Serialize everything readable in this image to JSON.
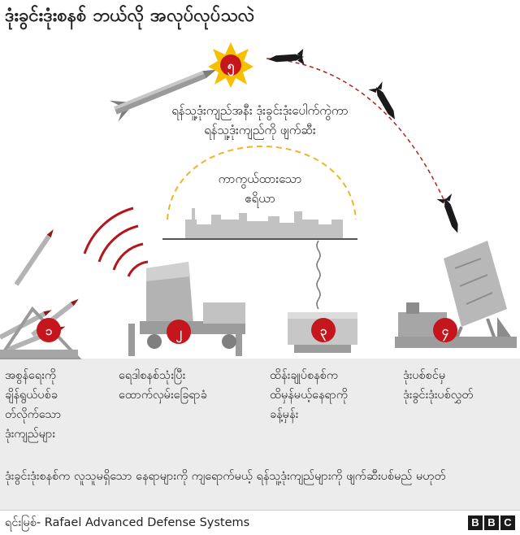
{
  "title": "ဒုံးခွင်းဒုံးစနစ် ဘယ်လို အလုပ်လုပ်သလဲ",
  "colors": {
    "badge": "#c4161c",
    "radar_waves": "#b5161b",
    "arc": "#f0b429",
    "trajectory": "#b22222",
    "ground": "#ececec",
    "equipment": "#b3b3b3"
  },
  "icons": [
    "rocket-launcher-icon",
    "radar-truck-icon",
    "control-center-icon",
    "interceptor-launcher-icon",
    "explosion-icon"
  ],
  "intercept_label": [
    "ရန်သူ့ဒုံးကျည်အနီး ဒုံးခွင်းဒုံးပေါက်ကွဲကာ",
    "ရန်သူ့ဒုံးကျည်ကို ဖျက်ဆီး"
  ],
  "protected_area_label": [
    "ကာကွယ်ထားသော",
    "ဧရိယာ"
  ],
  "steps": [
    {
      "number": "၁",
      "lines": [
        "အစွန်ရေးကို",
        "ချိန်ရွယ်ပစ်ခ",
        "တ်လိုက်သော",
        "ဒုံးကျည်များ"
      ]
    },
    {
      "number": "၂",
      "lines": [
        "ရေဒါစနစ်သုံးပြီး",
        "ထောက်လှမ်းခြေရာခံ"
      ]
    },
    {
      "number": "၃",
      "lines": [
        "ထိန်းချုပ်စနစ်က",
        "ထိမှန်မယ့်နေရာကို",
        "ခန့်မှန်း"
      ]
    },
    {
      "number": "၄",
      "lines": [
        "ဒုံးပစ်စင်မှ",
        "ဒုံးခွင်းဒုံးပစ်လွှတ်"
      ]
    }
  ],
  "explosion_number": "၅",
  "note": "ဒုံးခွင်းဒုံးစနစ်က လူသူမရှိသော နေရာများကို ကျရောက်မယ့် ရန်သူ့ဒုံးကျည်များကို ဖျက်ဆီးပစ်မည် မဟုတ်",
  "source": "ရင်းမြစ်- Rafael Advanced Defense Systems",
  "logo": [
    "B",
    "B",
    "C"
  ]
}
